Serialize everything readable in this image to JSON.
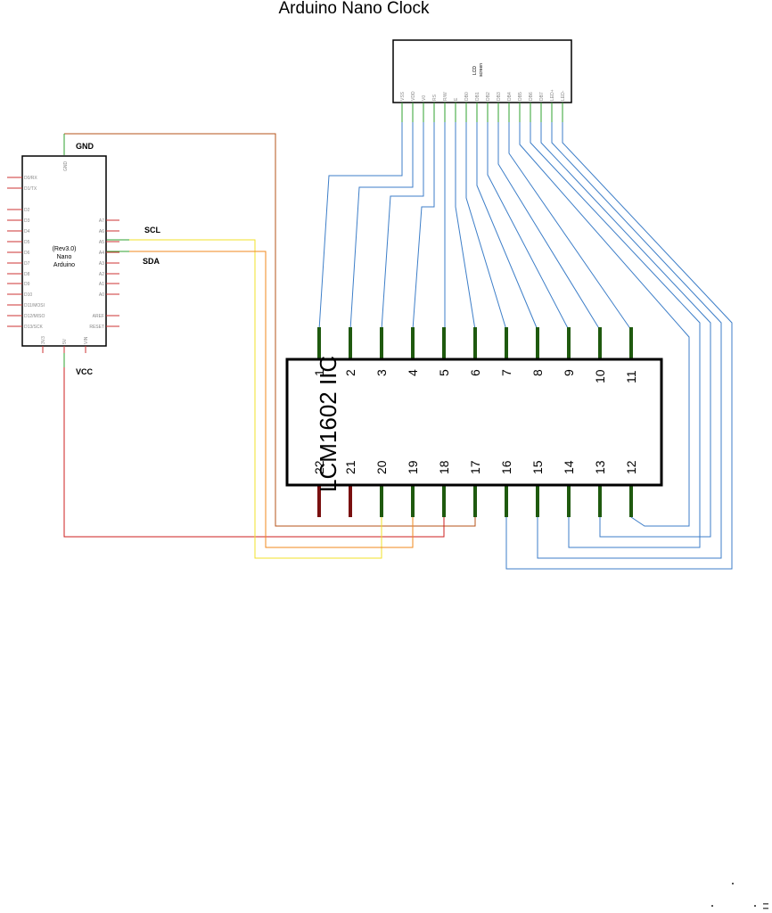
{
  "title": "Arduino Nano Clock",
  "arduino": {
    "label_lines": [
      "(Rev3.0)",
      "Nano",
      "Arduino"
    ],
    "top_pin": "GND",
    "left_pins": [
      "D0/RX",
      "D1/TX",
      "D2",
      "D3",
      "D4",
      "D5",
      "D6",
      "D7",
      "D8",
      "D9",
      "D10",
      "D11/MOSI",
      "D12/MISO",
      "D13/SCK"
    ],
    "right_pins": [
      "A7",
      "A6",
      "A5",
      "A4",
      "A3",
      "A2",
      "A1",
      "A0",
      "AREF",
      "RESET"
    ],
    "bottom_pins": [
      "3V3",
      "5V",
      "VIN"
    ]
  },
  "labels": {
    "gnd": "GND",
    "scl": "SCL",
    "sda": "SDA",
    "vcc": "VCC"
  },
  "lcd": {
    "title_lines": [
      "LCD",
      "screen"
    ],
    "pins": [
      "VSS",
      "VDD",
      "V0",
      "RS",
      "R/W",
      "E",
      "DB0",
      "DB1",
      "DB2",
      "DB3",
      "DB4",
      "DB5",
      "DB6",
      "DB7",
      "LED+",
      "LED-"
    ]
  },
  "chip": {
    "name": "LCM1602 IIC",
    "top_pins": [
      "1",
      "2",
      "3",
      "4",
      "5",
      "6",
      "7",
      "8",
      "9",
      "10",
      "11"
    ],
    "bottom_pins": [
      "22",
      "21",
      "20",
      "19",
      "18",
      "17",
      "16",
      "15",
      "14",
      "13",
      "12"
    ]
  },
  "colors": {
    "signal": "#3d7ec8",
    "gnd": "#b5531a",
    "vcc": "#cc1f1f",
    "scl": "#f2e02a",
    "sda": "#f08a1e",
    "pin_green": "#1f5a0f",
    "pin_red": "#7a1010"
  }
}
